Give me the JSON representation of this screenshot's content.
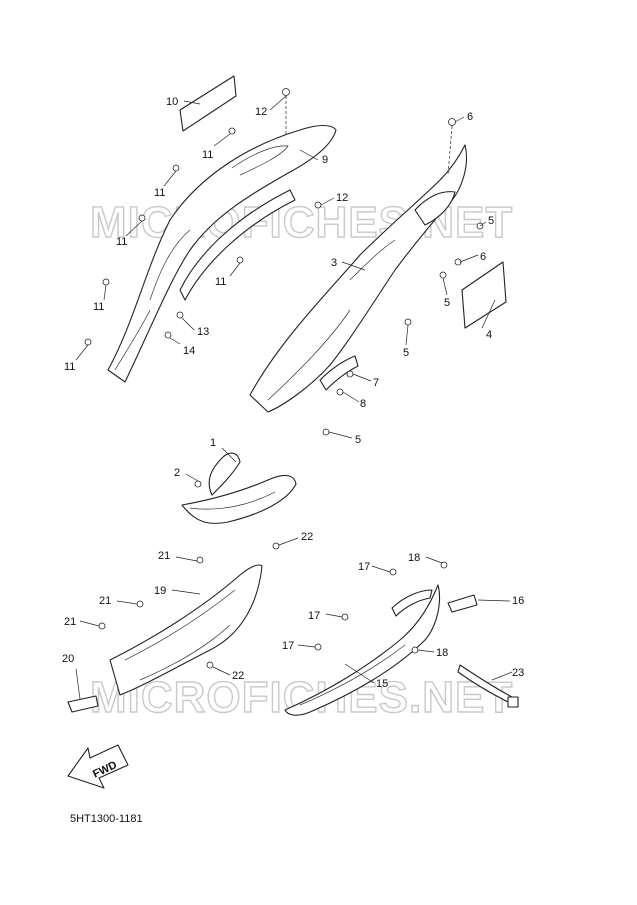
{
  "diagram_code": "5HT1300-1181",
  "watermark": "MICROFICHES.NET",
  "fwd_label": "FWD",
  "labels": {
    "p1": "1",
    "p2": "2",
    "p3": "3",
    "p4": "4",
    "p5a": "5",
    "p5b": "5",
    "p5c": "5",
    "p5d": "5",
    "p6a": "6",
    "p6b": "6",
    "p7": "7",
    "p8": "8",
    "p9": "9",
    "p10": "10",
    "p11a": "11",
    "p11b": "11",
    "p11c": "11",
    "p11d": "11",
    "p11e": "11",
    "p11f": "11",
    "p12a": "12",
    "p12b": "12",
    "p13": "13",
    "p14": "14",
    "p15": "15",
    "p16": "16",
    "p17a": "17",
    "p17b": "17",
    "p17c": "17",
    "p18a": "18",
    "p18b": "18",
    "p19": "19",
    "p20": "20",
    "p21a": "21",
    "p21b": "21",
    "p21c": "21",
    "p22a": "22",
    "p22b": "22",
    "p23": "23"
  }
}
